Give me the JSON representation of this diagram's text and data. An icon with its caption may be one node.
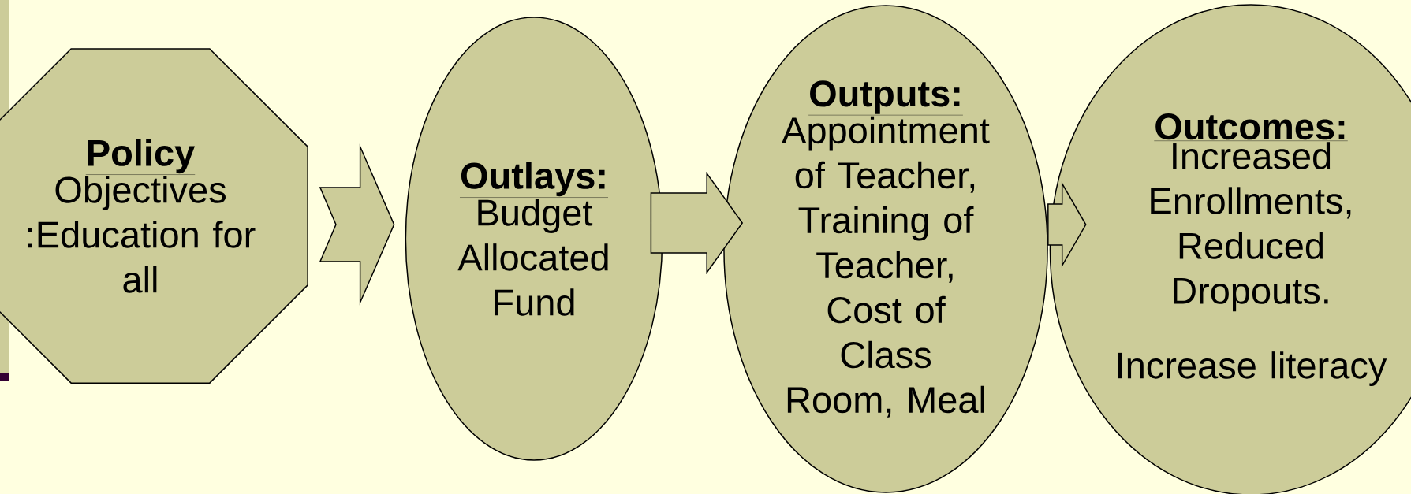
{
  "diagram": {
    "nodes": [
      {
        "text": [
          "Policy",
          "Objectives :Education for all"
        ]
      },
      {
        "text": [
          "Outlays:",
          "Budget Allocated Fund"
        ]
      },
      {
        "text": [
          "Outputs:",
          "Appointment of Teacher, Training of Teacher, Cost of Class Room, Meal"
        ]
      },
      {
        "text": [
          "Outcomes:",
          "Increased Enrollments, Reduced Dropouts.",
          "Increase literacy"
        ]
      }
    ],
    "edges": [
      {
        "from": 0,
        "to": 1,
        "arrow": "to"
      },
      {
        "from": 1,
        "to": 2,
        "arrow": "to"
      },
      {
        "from": 2,
        "to": 3,
        "arrow": "to"
      }
    ]
  }
}
